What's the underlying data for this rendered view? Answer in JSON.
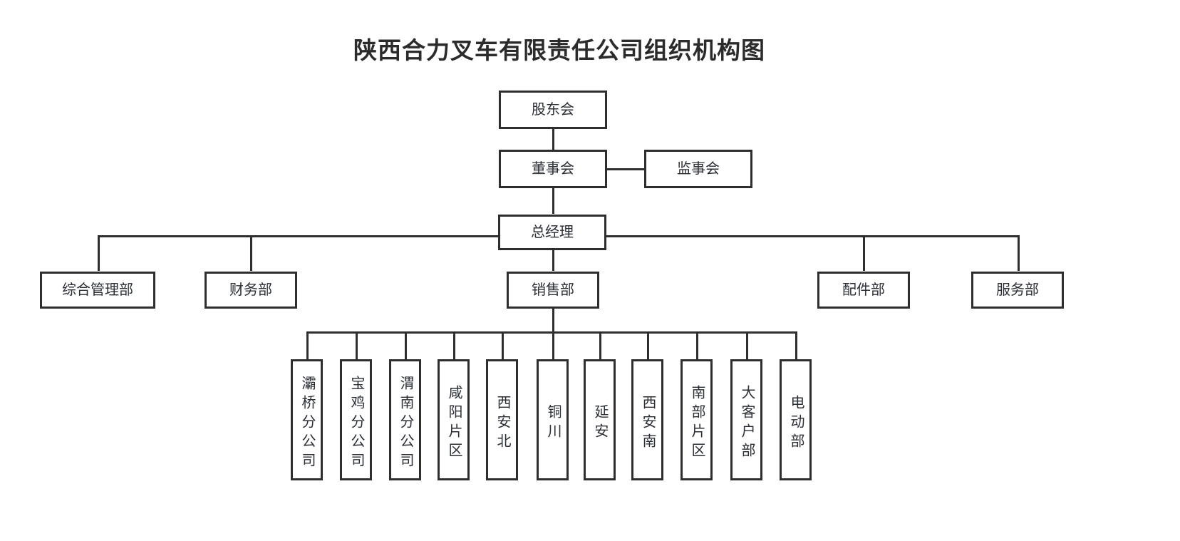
{
  "title": "陕西合力叉车有限责任公司组织机构图",
  "org": {
    "shareholders": {
      "label": "股东会"
    },
    "board": {
      "label": "董事会"
    },
    "supervisors": {
      "label": "监事会"
    },
    "general_manager": {
      "label": "总经理"
    },
    "departments": [
      {
        "label": "综合管理部"
      },
      {
        "label": "财务部"
      },
      {
        "label": "销售部"
      },
      {
        "label": "配件部"
      },
      {
        "label": "服务部"
      }
    ],
    "sales_units": [
      {
        "label": "灞桥分公司"
      },
      {
        "label": "宝鸡分公司"
      },
      {
        "label": "渭南分公司"
      },
      {
        "label": "咸阳片区"
      },
      {
        "label": "西安北"
      },
      {
        "label": "铜川"
      },
      {
        "label": "延安"
      },
      {
        "label": "西安南"
      },
      {
        "label": "南部片区"
      },
      {
        "label": "大客户部"
      },
      {
        "label": "电动部"
      }
    ]
  },
  "colors": {
    "border": "#2e2e2e",
    "text": "#2a2e35",
    "title": "#2b2b2b",
    "background": "#ffffff"
  }
}
